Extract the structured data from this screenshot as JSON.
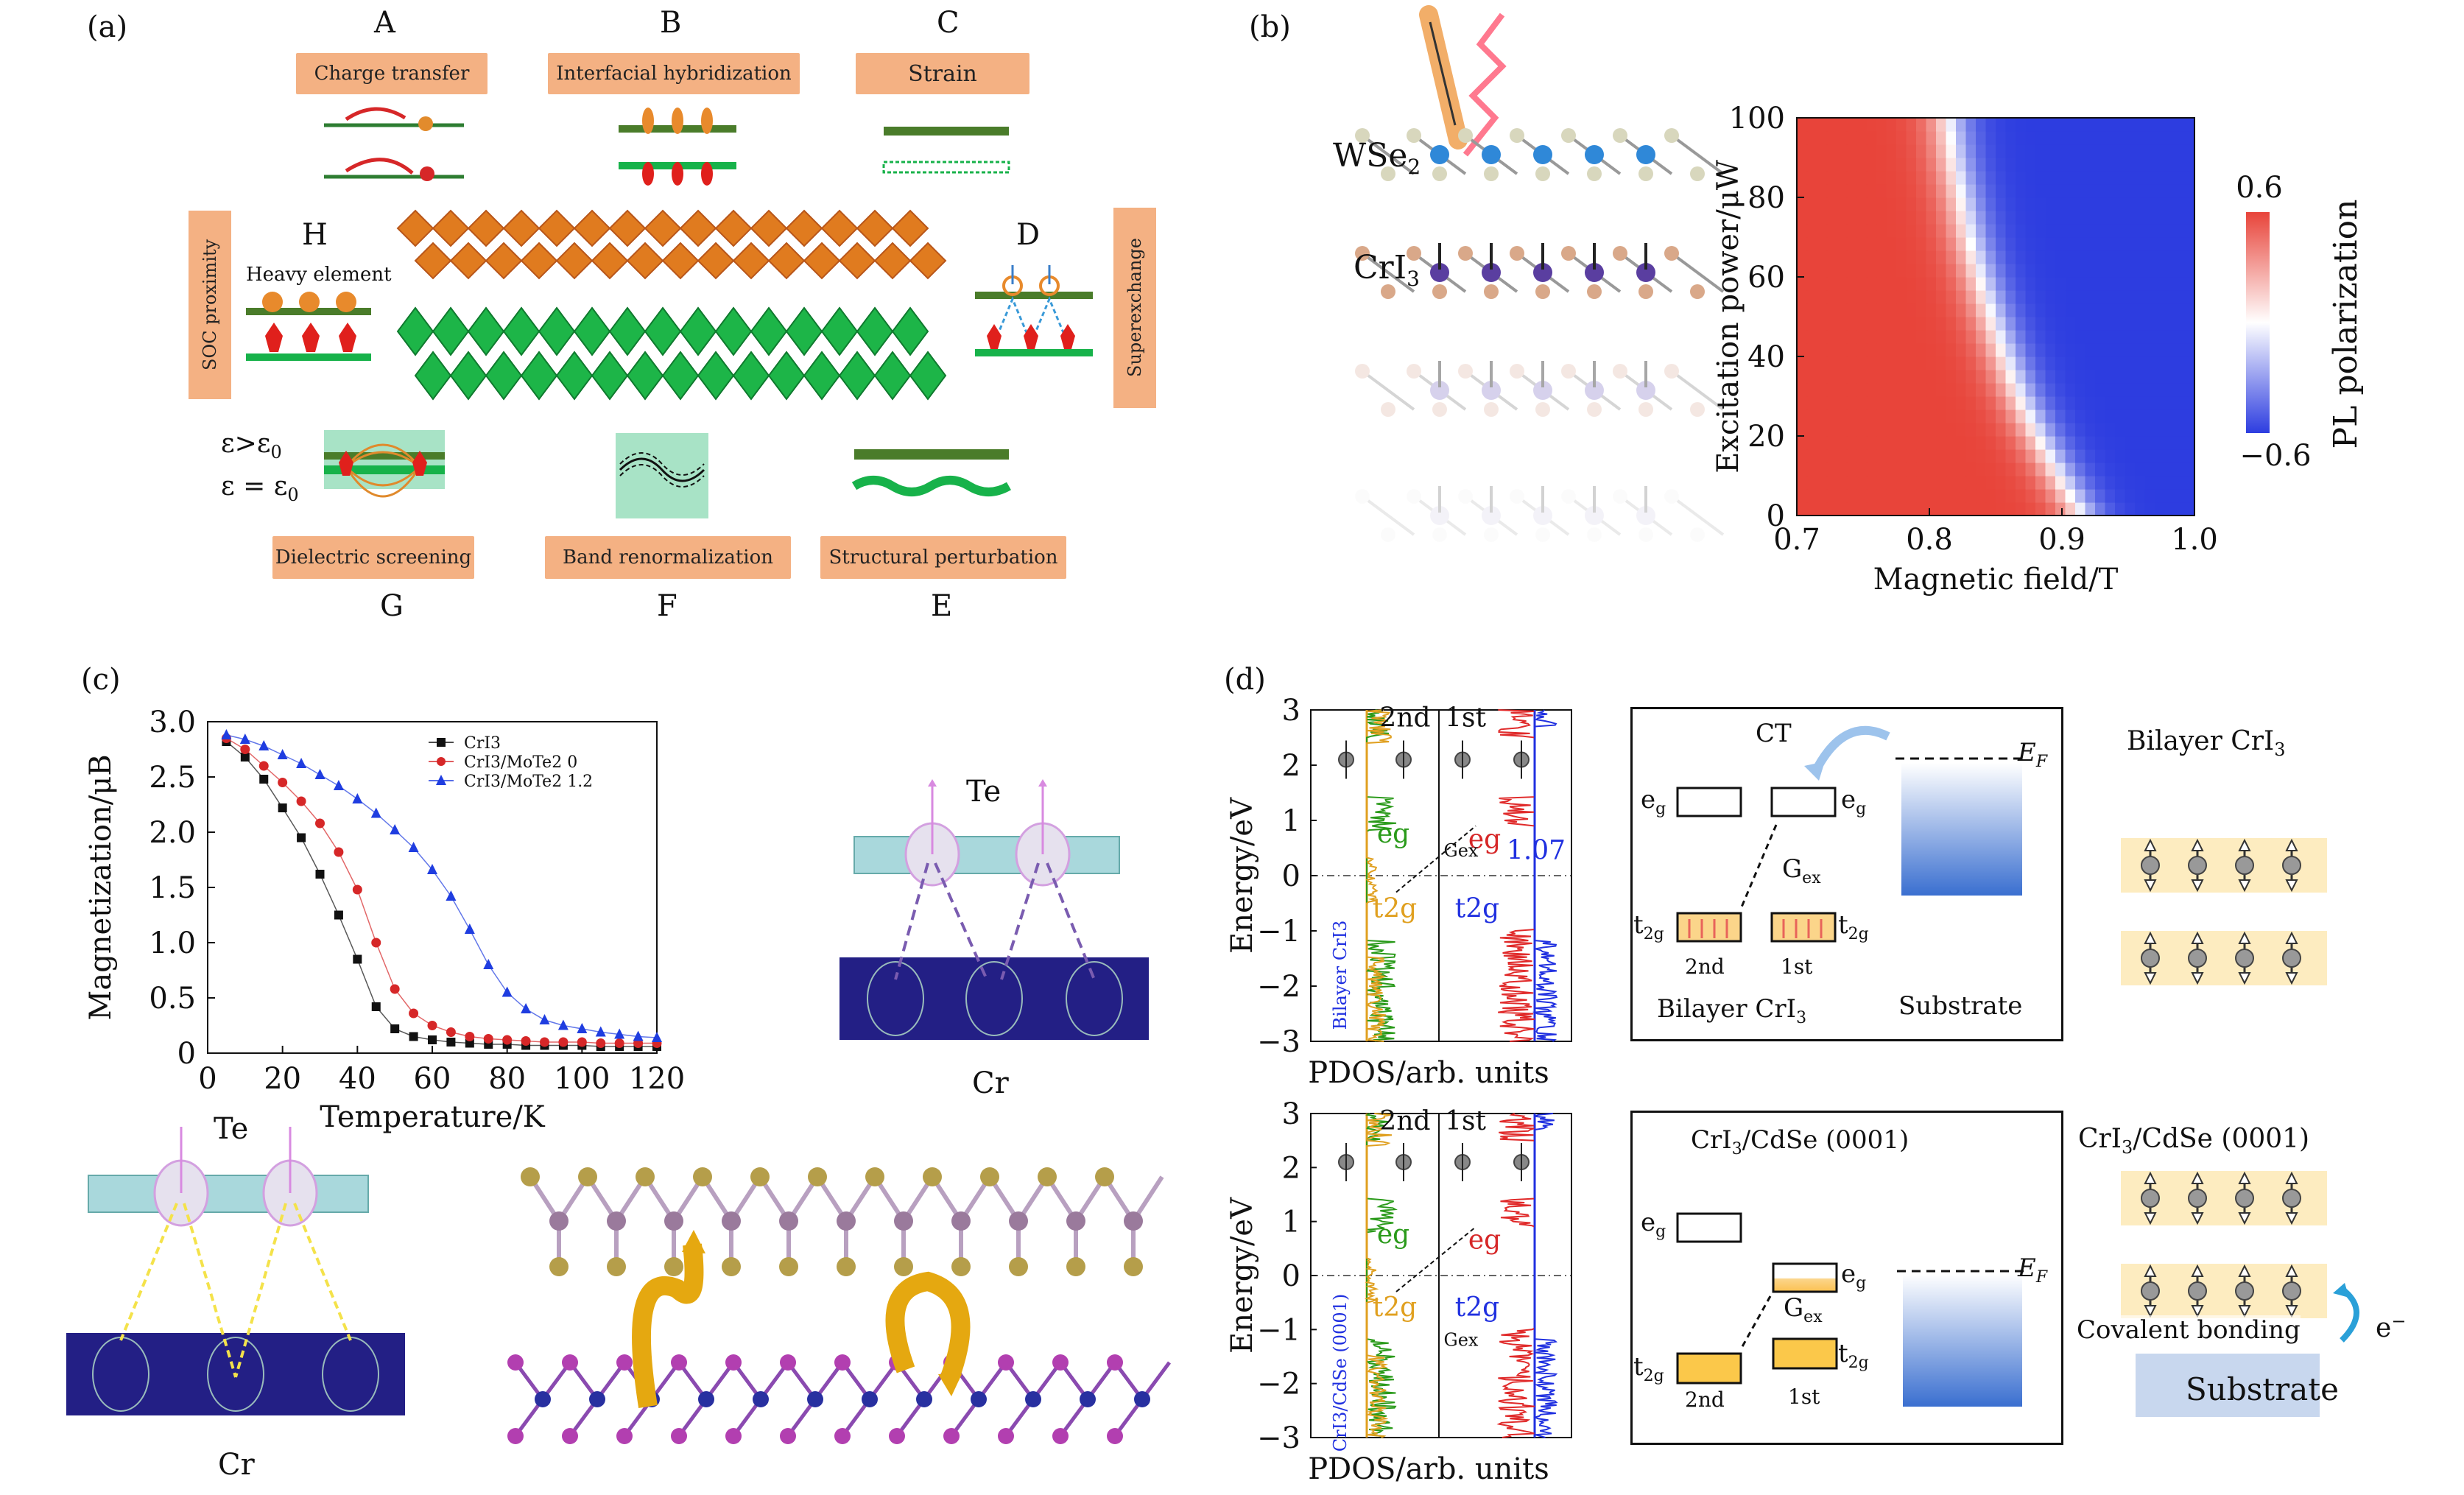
{
  "panel_a": {
    "label": "(a)",
    "mechanisms": [
      {
        "letter": "A",
        "name": "Charge transfer"
      },
      {
        "letter": "B",
        "name": "Interfacial hybridization"
      },
      {
        "letter": "C",
        "name": "Strain"
      },
      {
        "letter": "D",
        "name": "Superexchange"
      },
      {
        "letter": "E",
        "name": "Structural perturbation"
      },
      {
        "letter": "F",
        "name": "Band renormalization"
      },
      {
        "letter": "G",
        "name": "Dielectric screening"
      },
      {
        "letter": "H",
        "name": "SOC proximity"
      }
    ],
    "heavy_element": "Heavy element",
    "eps_greater": "ε>ε",
    "eps_equal": "ε = ε",
    "eps_sub": "0"
  },
  "panel_b": {
    "label": "(b)",
    "wse2": "WSe",
    "wse2_sub": "2",
    "cri3": "CrI",
    "cri3_sub": "3",
    "chart_data": {
      "type": "heatmap",
      "xlabel": "Magnetic field/T",
      "ylabel": "Excitation power/μW",
      "xlim": [
        0.7,
        1.0
      ],
      "ylim": [
        0,
        100
      ],
      "xticks": [
        "0.7",
        "0.8",
        "0.9",
        "1.0"
      ],
      "yticks": [
        "0",
        "20",
        "40",
        "60",
        "80",
        "100"
      ],
      "colorbar_label": "PL polarization",
      "colorbar_range": [
        -0.6,
        0.6
      ],
      "colorbar_ticks": [
        "0.6",
        "−0.6"
      ],
      "boundary": {
        "power_uW": [
          0,
          10,
          20,
          30,
          40,
          50,
          60,
          70,
          80,
          90,
          100
        ],
        "field_T": [
          0.915,
          0.898,
          0.882,
          0.868,
          0.857,
          0.847,
          0.838,
          0.83,
          0.824,
          0.818,
          0.814
        ]
      },
      "colors": {
        "positive": "#e8443a",
        "negative": "#2d3de0",
        "zero": "#ffffff"
      }
    }
  },
  "panel_c": {
    "label": "(c)",
    "te_label": "Te",
    "cr_label": "Cr",
    "chart_data": {
      "type": "line",
      "xlabel": "Temperature/K",
      "ylabel": "Magnetization/μB",
      "xlim": [
        0,
        120
      ],
      "ylim": [
        0,
        3.0
      ],
      "xticks": [
        "0",
        "20",
        "40",
        "60",
        "80",
        "100",
        "120"
      ],
      "yticks": [
        "0",
        "0.5",
        "1.0",
        "1.5",
        "2.0",
        "2.5",
        "3.0"
      ],
      "x": [
        5,
        10,
        15,
        20,
        25,
        30,
        35,
        40,
        45,
        50,
        55,
        60,
        65,
        70,
        75,
        80,
        85,
        90,
        95,
        100,
        105,
        110,
        115,
        120
      ],
      "series": [
        {
          "name": "CrI3",
          "color": "#111111",
          "marker": "square",
          "values": [
            2.82,
            2.68,
            2.48,
            2.22,
            1.95,
            1.62,
            1.25,
            0.85,
            0.42,
            0.22,
            0.15,
            0.12,
            0.1,
            0.09,
            0.08,
            0.08,
            0.07,
            0.07,
            0.07,
            0.07,
            0.06,
            0.06,
            0.06,
            0.06
          ]
        },
        {
          "name": "CrI3/MoTe2 0",
          "color": "#d62728",
          "marker": "circle",
          "values": [
            2.85,
            2.75,
            2.6,
            2.45,
            2.28,
            2.08,
            1.82,
            1.48,
            1.0,
            0.58,
            0.36,
            0.25,
            0.19,
            0.15,
            0.13,
            0.12,
            0.11,
            0.1,
            0.1,
            0.1,
            0.09,
            0.09,
            0.09,
            0.09
          ]
        },
        {
          "name": "CrI3/MoTe2 1.2",
          "color": "#1f3de0",
          "marker": "triangle",
          "values": [
            2.88,
            2.84,
            2.78,
            2.7,
            2.62,
            2.52,
            2.42,
            2.3,
            2.17,
            2.02,
            1.86,
            1.66,
            1.42,
            1.12,
            0.8,
            0.55,
            0.4,
            0.3,
            0.25,
            0.22,
            0.19,
            0.17,
            0.15,
            0.14
          ]
        }
      ],
      "legend": [
        "CrI3",
        "CrI3/MoTe2 0",
        "CrI3/MoTe2 1.2"
      ],
      "legend_position": "top-right"
    }
  },
  "panel_d": {
    "label": "(d)",
    "yaxis_label": "Energy/eV",
    "xaxis_label": "PDOS/arb. units",
    "yticks": [
      "3",
      "2",
      "1",
      "0",
      "−1",
      "−2",
      "−3"
    ],
    "top": {
      "second": "2nd",
      "first": "1st",
      "eg": "e",
      "t2g": "t",
      "sub_g": "g",
      "sub_2g": "2g",
      "gex": "G",
      "gex_sub": "ex",
      "gap": "1.07",
      "vertical_label": "Bilayer CrI3",
      "ct": "CT",
      "ef": "E",
      "ef_sub": "F",
      "schematic_bottom_left": "Bilayer CrI",
      "schematic_bottom_left_sub": "3",
      "substrate": "Substrate",
      "right_title": "Bilayer CrI",
      "right_title_sub": "3"
    },
    "bottom": {
      "second": "2nd",
      "first": "1st",
      "vertical_label": "CrI3/CdSe (0001)",
      "box_title": "CrI",
      "box_title_sub": "3",
      "box_title_rest": "/CdSe (0001)",
      "right_title": "CrI",
      "right_title_sub": "3",
      "right_title_rest": "/CdSe (0001)",
      "covalent": "Covalent bonding",
      "electron": "e",
      "electron_sup": "−",
      "substrate": "Substrate"
    }
  }
}
